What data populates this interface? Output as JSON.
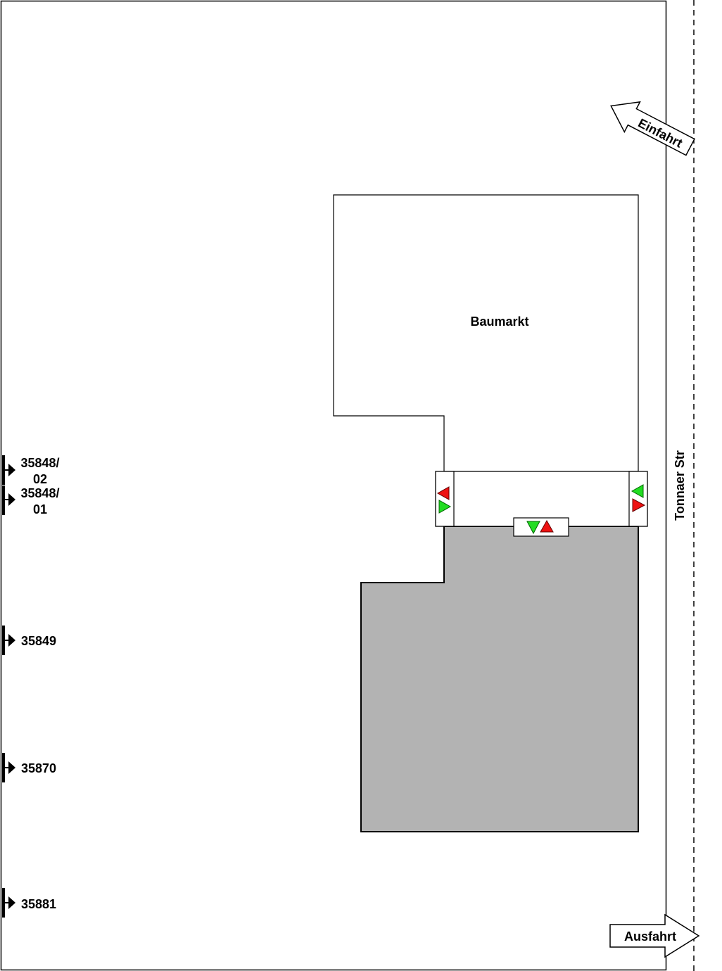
{
  "building": {
    "label": "Baumarkt"
  },
  "street": {
    "label": "Tonnaer Str"
  },
  "entry_arrow": {
    "label": "Einfahrt"
  },
  "exit_arrow": {
    "label": "Ausfahrt"
  },
  "sensors": [
    {
      "line1": "35848/",
      "line2": "02"
    },
    {
      "line1": "35848/",
      "line2": "01"
    },
    {
      "line1": "35849"
    },
    {
      "line1": "35870"
    },
    {
      "line1": "35881"
    }
  ],
  "colors": {
    "parking": "#b3b3b3",
    "green": "#22dd22",
    "red": "#ee1111"
  }
}
